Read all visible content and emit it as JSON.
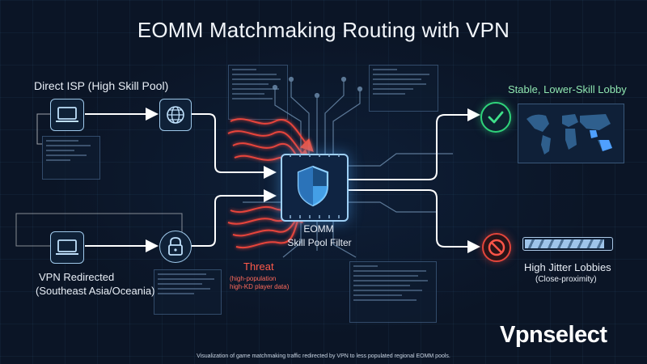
{
  "title": "EOMM Matchmaking Routing with VPN",
  "labels": {
    "direct_isp": "Direct ISP (High Skill Pool)",
    "vpn_redirected_line1": "VPN Redirected",
    "vpn_redirected_line2": "(Southeast Asia/Oceania)",
    "eomm_line1": "EOMM",
    "eomm_line2": "Skill Pool Filter",
    "threat": "Threat",
    "threat_detail_line1": "(high-population",
    "threat_detail_line2": "high-KD player data)",
    "stable_lobby": "Stable, Lower-Skill Lobby",
    "high_jitter": "High Jitter Lobbies",
    "close_proximity": "(Close-proximity)"
  },
  "jitter_bar_fill_fraction": 0.92,
  "caption": "Visualization of game matchmaking traffic redirected by VPN to less populated regional EOMM pools.",
  "brand": "Vpnselect",
  "colors": {
    "background": "#0b1526",
    "flow_line": "#ffffff",
    "threat_red": "#e5453c",
    "success_green": "#2fd27a",
    "block_red": "#e2453b",
    "chip_accent": "#4fb4ff",
    "panel_border": "#78aadc"
  },
  "icons": [
    "laptop-icon",
    "globe-icon",
    "lock-icon",
    "shield-icon",
    "check-icon",
    "block-icon"
  ]
}
